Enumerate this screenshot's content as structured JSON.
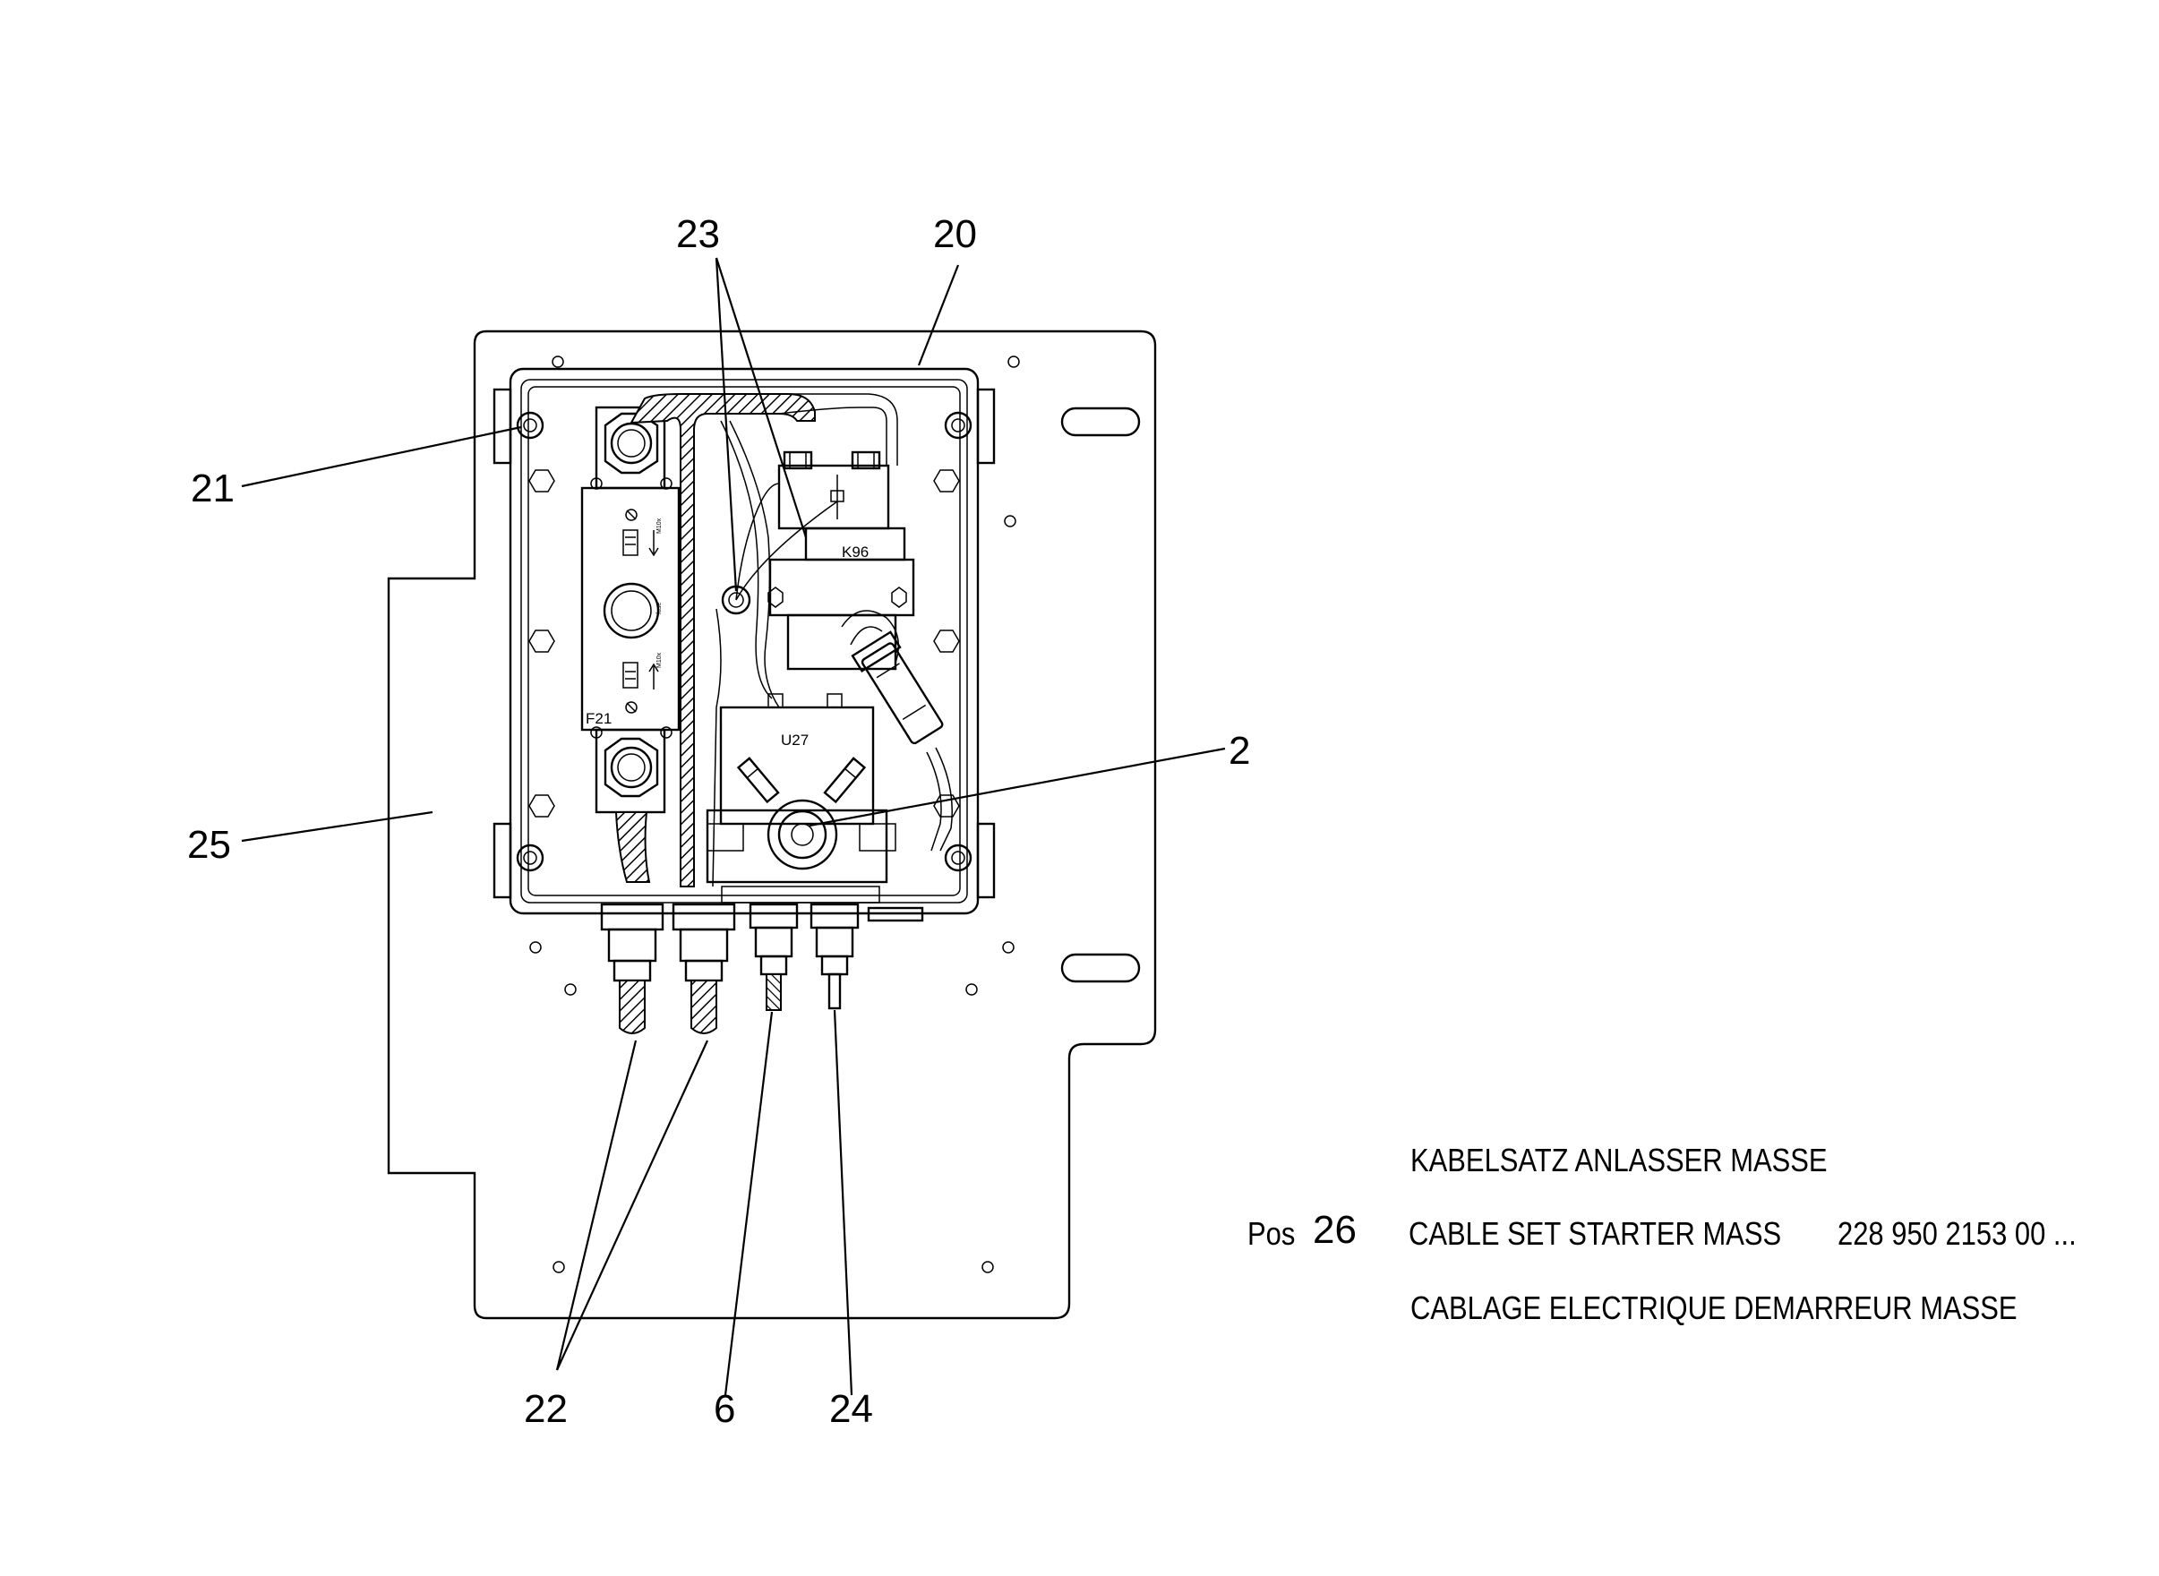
{
  "callouts": {
    "c20": "20",
    "c21": "21",
    "c23": "23",
    "c2": "2",
    "c25": "25",
    "c22": "22",
    "c6": "6",
    "c24": "24"
  },
  "component_labels": {
    "k96": "K96",
    "u27": "U27",
    "f21": "F21"
  },
  "parts_block": {
    "name_de": "KABELSATZ ANLASSER MASSE",
    "pos_label": "Pos",
    "pos_number": "26",
    "name_en": "CABLE SET STARTER MASS",
    "part_number": "228 950 2153 00 ...",
    "name_fr": "CABLAGE ELECTRIQUE DEMARREUR MASSE"
  }
}
